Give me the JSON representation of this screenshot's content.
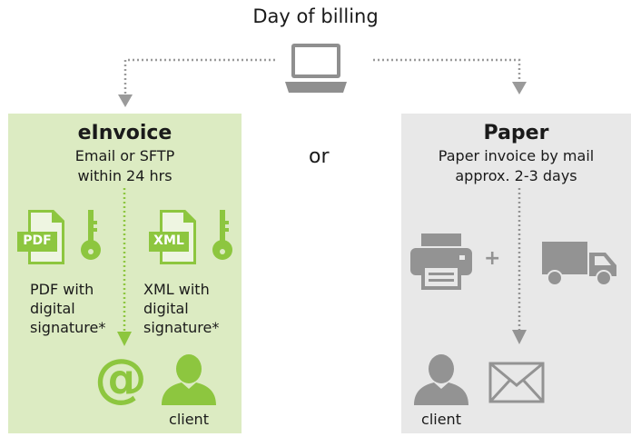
{
  "header": {
    "title": "Day of billing"
  },
  "separator": "or",
  "einvoice": {
    "title": "eInvoice",
    "subtitle_line1": "Email or SFTP",
    "subtitle_line2": "within 24 hrs",
    "pdf_badge": "PDF",
    "xml_badge": "XML",
    "pdf_caption": [
      "PDF with",
      "digital",
      "signature*"
    ],
    "xml_caption": [
      "XML with",
      "digital",
      "signature*"
    ],
    "email_symbol": "@",
    "client_label": "client"
  },
  "paper": {
    "title": "Paper",
    "subtitle_line1": "Paper invoice by mail",
    "subtitle_line2": "approx. 2-3 days",
    "plus": "+",
    "client_label": "client"
  },
  "colors": {
    "green_panel": "#dcebc2",
    "green_accent": "#8dc63f",
    "grey_panel": "#e8e8e8",
    "grey_icon": "#939393",
    "text": "#1a1a1a"
  }
}
